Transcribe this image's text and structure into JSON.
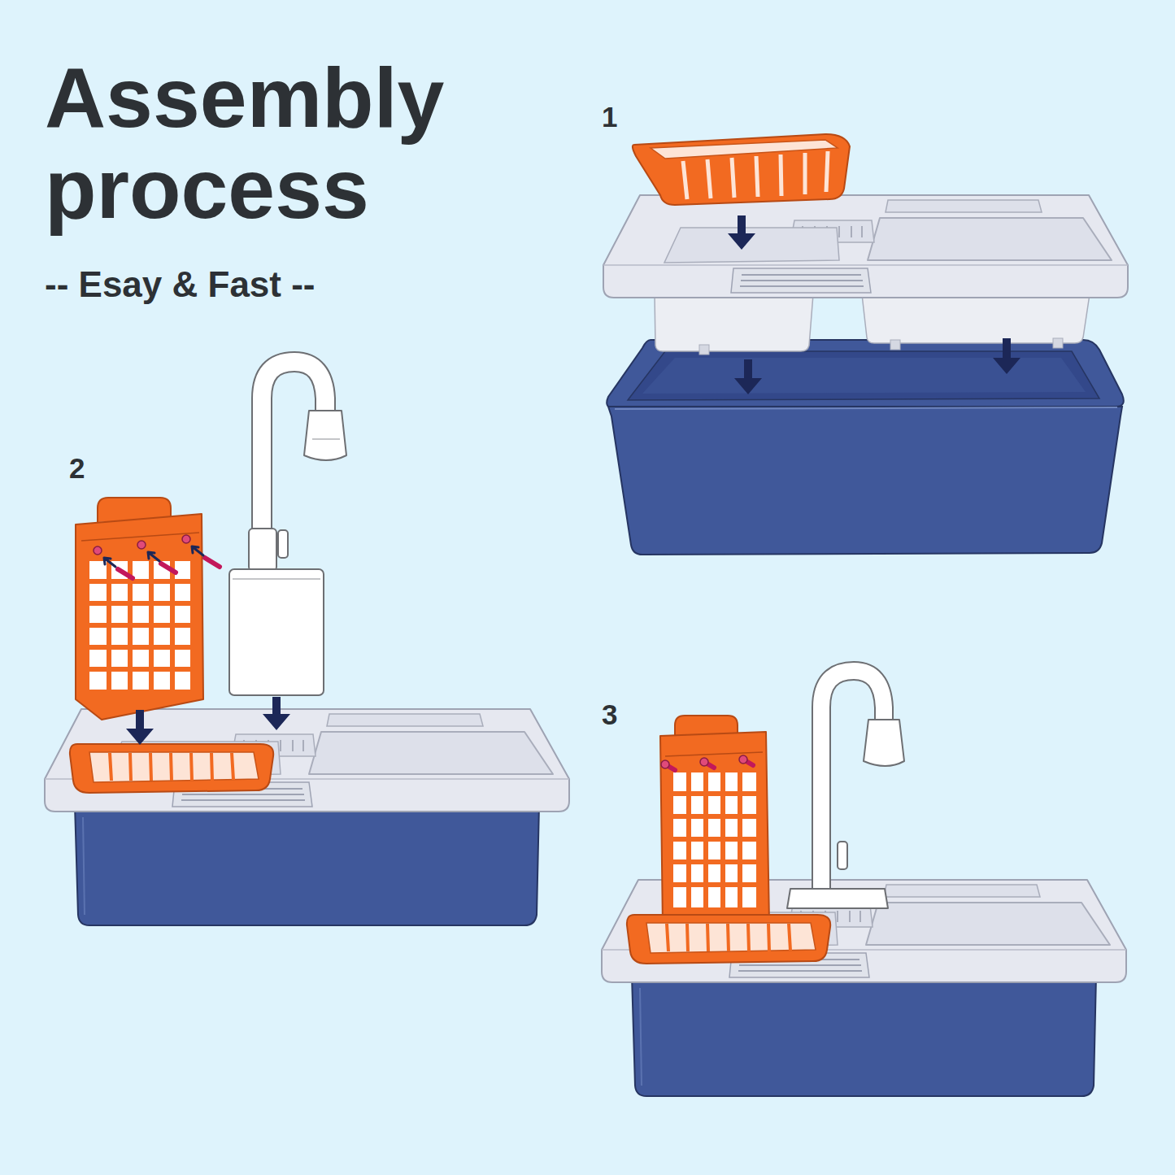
{
  "diagram": {
    "title": "Assembly process",
    "labels": [
      "-- Esay & Fast --",
      "1",
      "2",
      "3"
    ]
  }
}
